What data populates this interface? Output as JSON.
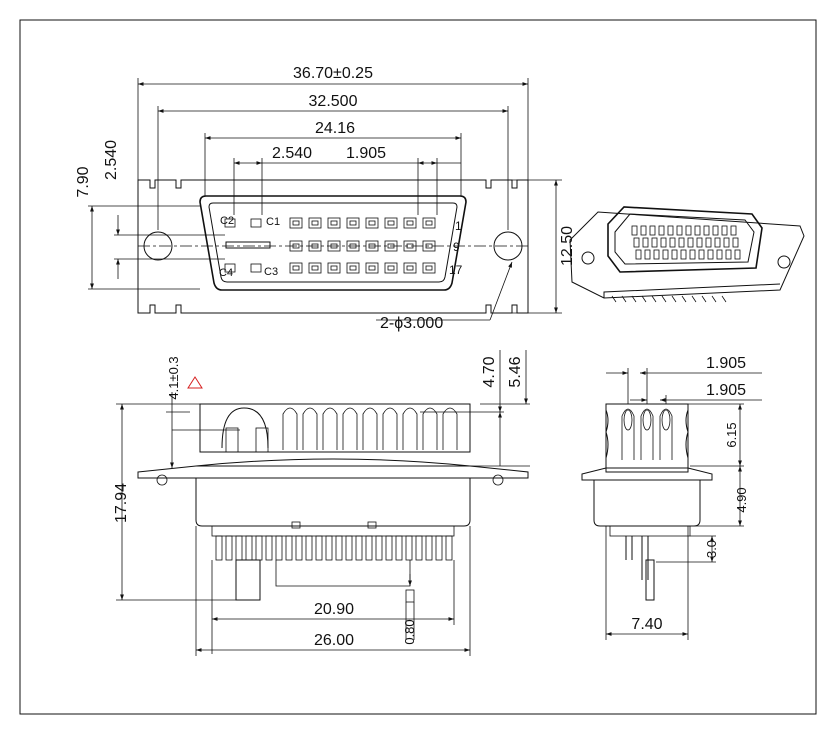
{
  "front_view": {
    "dims": {
      "overall_width": "36.70±0.25",
      "mount_hole_pitch": "32.500",
      "shell_width": "24.16",
      "pin_pitch_a": "2.540",
      "pin_pitch_b": "1.905",
      "height_left_a": "7.90",
      "height_left_b": "2.540",
      "flange_height": "12.50",
      "hole_callout": "2-ϕ3.000"
    },
    "pin_labels": {
      "c1": "C1",
      "c2": "C2",
      "c3": "C3",
      "c4": "C4",
      "p1": "1",
      "p9": "9",
      "p17": "17"
    }
  },
  "side_view": {
    "dims": {
      "tail_height": "4.1±0.3",
      "dim_470": "4.70",
      "dim_546": "5.46",
      "total_height": "17.94",
      "tail_span": "20.90",
      "body_width": "26.00",
      "pin_dia": "0.80"
    }
  },
  "end_view": {
    "dims": {
      "pitch_top": "1.905",
      "pitch_bottom": "1.905",
      "dim_615": "6.15",
      "dim_490": "4.90",
      "dim_30": "3.0",
      "width": "7.40"
    }
  }
}
